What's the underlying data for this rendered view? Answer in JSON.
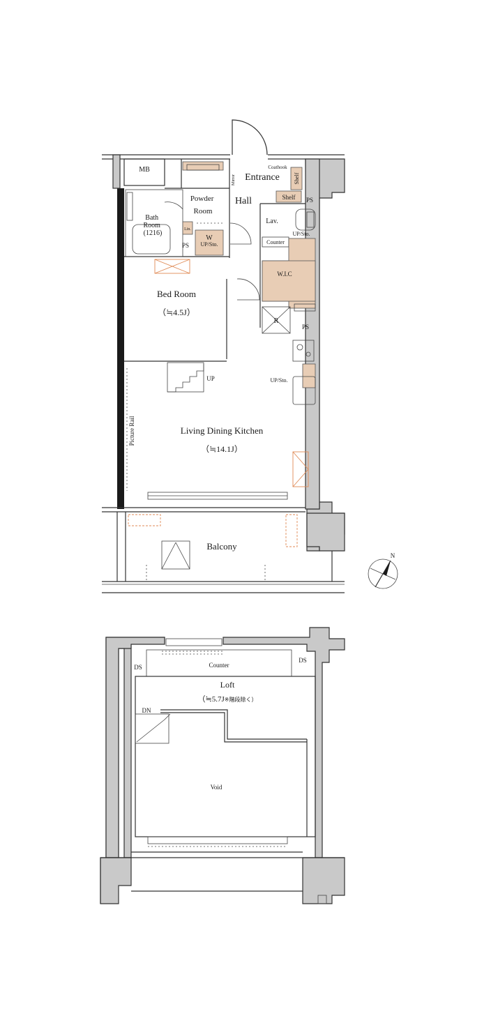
{
  "floor1": {
    "mb": "MB",
    "entrance": "Entrance",
    "coathook": "Coathook",
    "shelf_v": "Shelf",
    "shelf_h": "Shelf",
    "mirror": "Mirror",
    "ps_entrance": "PS",
    "powder_room": "Powder\nRoom",
    "hall": "Hall",
    "bath_room": "Bath\nRoom\n(1216)",
    "lin": "Lin.",
    "w": "W",
    "up_sto_powder": "UP/Sto.",
    "ps_bath": "PS",
    "lav": "Lav.",
    "up_sto_lav": "UP/Sto.",
    "counter": "Counter",
    "wic": "W.I.C",
    "r": "R",
    "ps_kitchen": "PS",
    "bed_room": "Bed Room",
    "bed_room_area": "（≒4.5J）",
    "up_stair": "UP",
    "up_sto_kitchen": "UP/Sto.",
    "picture_rail": "Picture Rail",
    "ldk": "Living Dining Kitchen",
    "ldk_area": "（≒14.1J）",
    "balcony": "Balcony",
    "compass_n": "N"
  },
  "floor2": {
    "ds_left": "DS",
    "ds_right": "DS",
    "counter": "Counter",
    "loft": "Loft",
    "loft_area": "（≒5.7J",
    "loft_note": "※階段除く）",
    "dn": "DN",
    "void": "Void"
  }
}
